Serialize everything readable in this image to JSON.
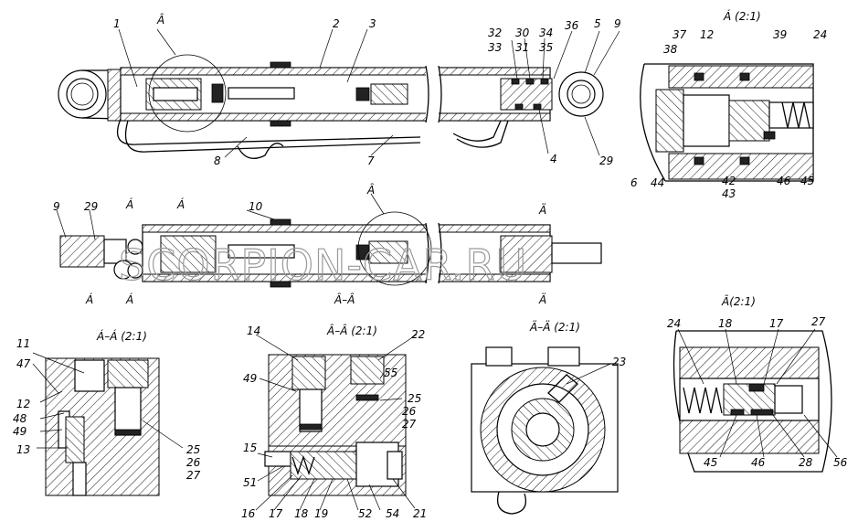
{
  "titles": {
    "view_a_top": "Á (2:1)",
    "view_section_aa_left": "Á–Á (2:1)",
    "view_section_aa_mid": "Â–Â (2:1)",
    "view_section_dd": "Ä–Ä (2:1)",
    "view_a_right": "Â(2:1)",
    "section_label_a": "Â–Â",
    "cut_a": "Á",
    "cut_b": "Â",
    "cut_d": "Ä"
  },
  "watermark": "SCORPION-CAR.RU",
  "labels": {
    "main": [
      "1",
      "2",
      "3",
      "4",
      "5",
      "7",
      "8",
      "9",
      "29",
      "30",
      "31",
      "32",
      "33",
      "34",
      "35",
      "36"
    ],
    "detail_a": [
      "6",
      "12",
      "24",
      "37",
      "38",
      "39",
      "42",
      "43",
      "44",
      "45",
      "46"
    ],
    "lower": [
      "9",
      "10",
      "29"
    ],
    "section_left": [
      "11",
      "12",
      "13",
      "25",
      "26",
      "27",
      "47",
      "48",
      "49"
    ],
    "section_mid": [
      "14",
      "15",
      "16",
      "17",
      "18",
      "19",
      "21",
      "22",
      "25",
      "26",
      "27",
      "49",
      "51",
      "52",
      "54",
      "55"
    ],
    "section_dd": [
      "23"
    ],
    "detail_b": [
      "17",
      "18",
      "24",
      "27",
      "28",
      "45",
      "46",
      "56"
    ]
  }
}
